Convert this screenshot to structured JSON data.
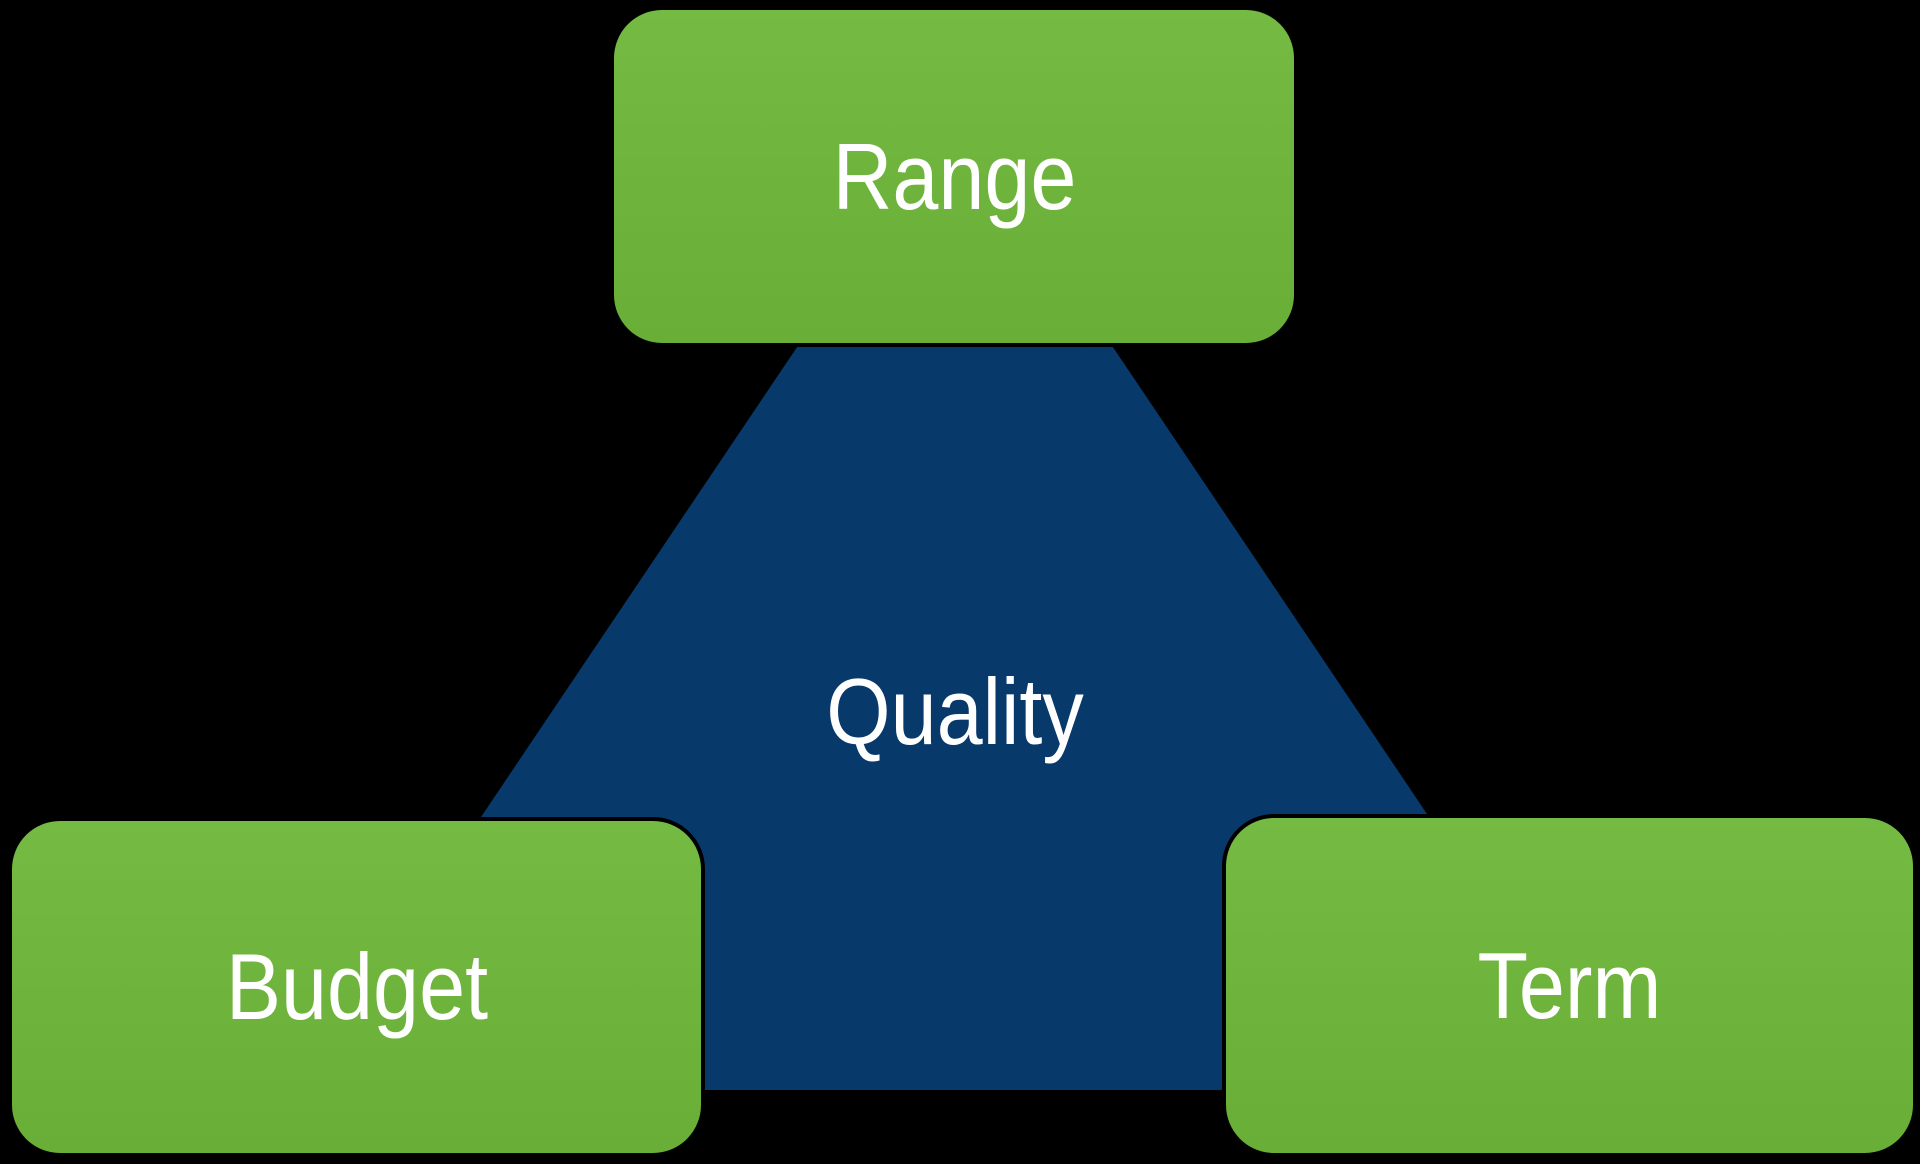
{
  "diagram": {
    "type": "triangle-relationship-diagram",
    "center_label": "Quality",
    "triangle": {
      "label": "Quality"
    },
    "boxes": [
      {
        "id": "range",
        "label": "Range",
        "position": "top"
      },
      {
        "id": "budget",
        "label": "Budget",
        "position": "bottom-left"
      },
      {
        "id": "term",
        "label": "Term",
        "position": "bottom-right"
      }
    ]
  },
  "colors": {
    "bg": "#000000",
    "box_green": "#6EB43C",
    "box_green_light": "#74BA43",
    "box_green_dark": "#68AE37",
    "box_outline": "#000000",
    "triangle_blue": "#08396B",
    "label_white": "#FFFFFF"
  }
}
